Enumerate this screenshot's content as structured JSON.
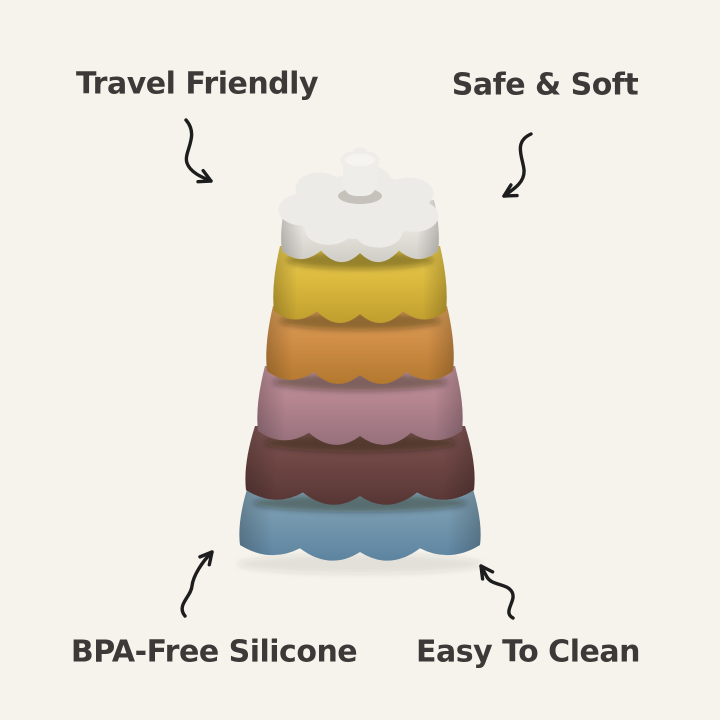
{
  "page": {
    "background_color": "#f6f3ec",
    "text_color": "#3b3a38"
  },
  "labels": {
    "top_left": "Travel Friendly",
    "top_right": "Safe & Soft",
    "bottom_left": "BPA-Free Silicone",
    "bottom_right": "Easy To Clean"
  },
  "arrows": {
    "color": "#1d1d1d"
  },
  "toy": {
    "name": "flower-stacking-tower",
    "knob_color": "#efede9",
    "knob_shadow_color": "#c5c2bc",
    "top_surface_color": "#edebe7",
    "rings": [
      {
        "name": "ring-1-top",
        "color_name": "white",
        "base": "#e8e5e0",
        "light": "#f2f0ec",
        "dark": "#d0cdc6"
      },
      {
        "name": "ring-2",
        "color_name": "yellow",
        "base": "#dcba3e",
        "light": "#e7c94f",
        "dark": "#c09e2e"
      },
      {
        "name": "ring-3",
        "color_name": "orange",
        "base": "#d08e46",
        "light": "#dda05a",
        "dark": "#b3782f"
      },
      {
        "name": "ring-4",
        "color_name": "pink",
        "base": "#b4858f",
        "light": "#c2939e",
        "dark": "#96707c"
      },
      {
        "name": "ring-5",
        "color_name": "maroon",
        "base": "#6f4744",
        "light": "#7e5553",
        "dark": "#573635"
      },
      {
        "name": "ring-6-base",
        "color_name": "blue",
        "base": "#7598ae",
        "light": "#87a9bc",
        "dark": "#5d84a0"
      }
    ]
  }
}
